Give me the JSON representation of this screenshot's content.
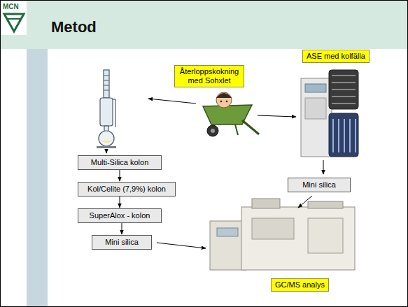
{
  "diagram": {
    "title": "Metod",
    "nodes": [
      {
        "text": [
          "Återloppskokning med Sohxlet"
        ]
      },
      {
        "text": [
          "ASE med kolfälla"
        ]
      },
      {
        "text": [
          "Multi-Silica kolon"
        ]
      },
      {
        "text": [
          "Kol/Celite (7,9%) kolon"
        ]
      },
      {
        "text": [
          "SuperAlox - kolon"
        ]
      },
      {
        "text": [
          "Mini silica"
        ]
      },
      {
        "text": [
          "Mini silica"
        ]
      },
      {
        "text": [
          "GC/MS analys"
        ]
      }
    ],
    "edges": [
      {
        "from": 2,
        "to": 3,
        "arrow": "to"
      },
      {
        "from": 3,
        "to": 4,
        "arrow": "to"
      },
      {
        "from": 4,
        "to": 5,
        "arrow": "to"
      }
    ],
    "labels": [
      "MCN"
    ]
  }
}
